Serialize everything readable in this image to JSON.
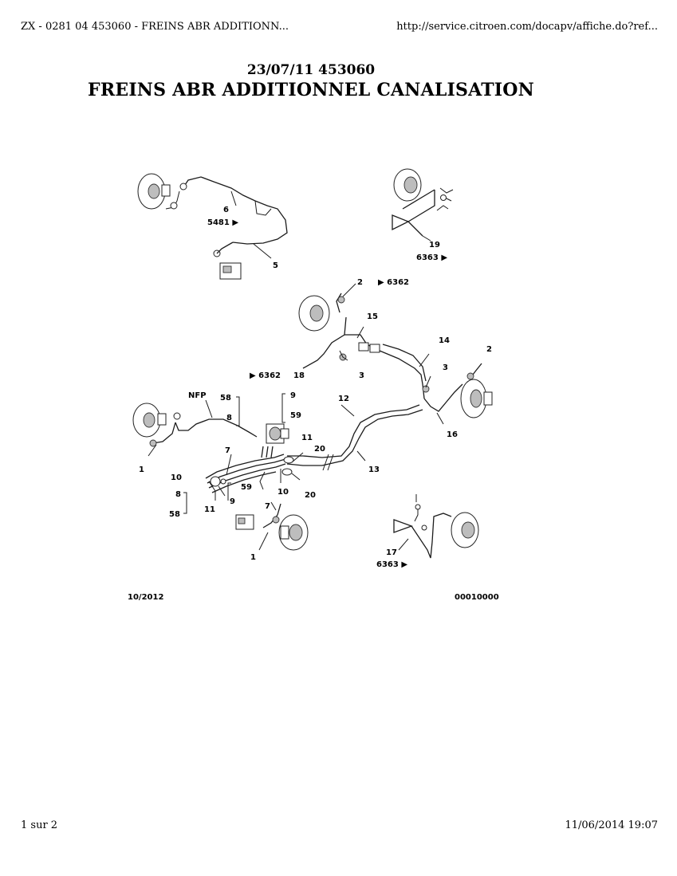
{
  "header": {
    "left": "ZX - 0281 04 453060 - FREINS ABR ADDITIONN...",
    "right": "http://service.citroen.com/docapv/affiche.do?ref..."
  },
  "doc": {
    "date_ref": "23/07/11 453060",
    "title": "FREINS ABR ADDITIONNEL CANALISATION"
  },
  "diagram": {
    "date_code": "10/2012",
    "image_ref": "00010000",
    "callouts": {
      "c6": "6",
      "c5481": "5481 ▶",
      "c5": "5",
      "c19": "19",
      "c6363a": "6363 ▶",
      "c2top": "2",
      "c6362a": "▶ 6362",
      "c15": "15",
      "c14": "14",
      "c2right": "2",
      "c3a": "3",
      "c3b": "3",
      "c18": "18",
      "c6362b": "▶ 6362",
      "cNFP": "NFP",
      "c58a": "58",
      "c8a": "8",
      "c9a": "9",
      "c59a": "59",
      "c12": "12",
      "c16": "16",
      "c11a": "11",
      "c20a": "20",
      "c7a": "7",
      "c13": "13",
      "c1a": "1",
      "c10a": "10",
      "c8b": "8",
      "c58b": "58",
      "c11b": "11",
      "c9b": "9",
      "c59b": "59",
      "c10b": "10",
      "c20b": "20",
      "c7b": "7",
      "c1b": "1",
      "c17": "17",
      "c6363b": "6363 ▶"
    }
  },
  "footer": {
    "left": "1 sur 2",
    "right": "11/06/2014 19:07"
  }
}
